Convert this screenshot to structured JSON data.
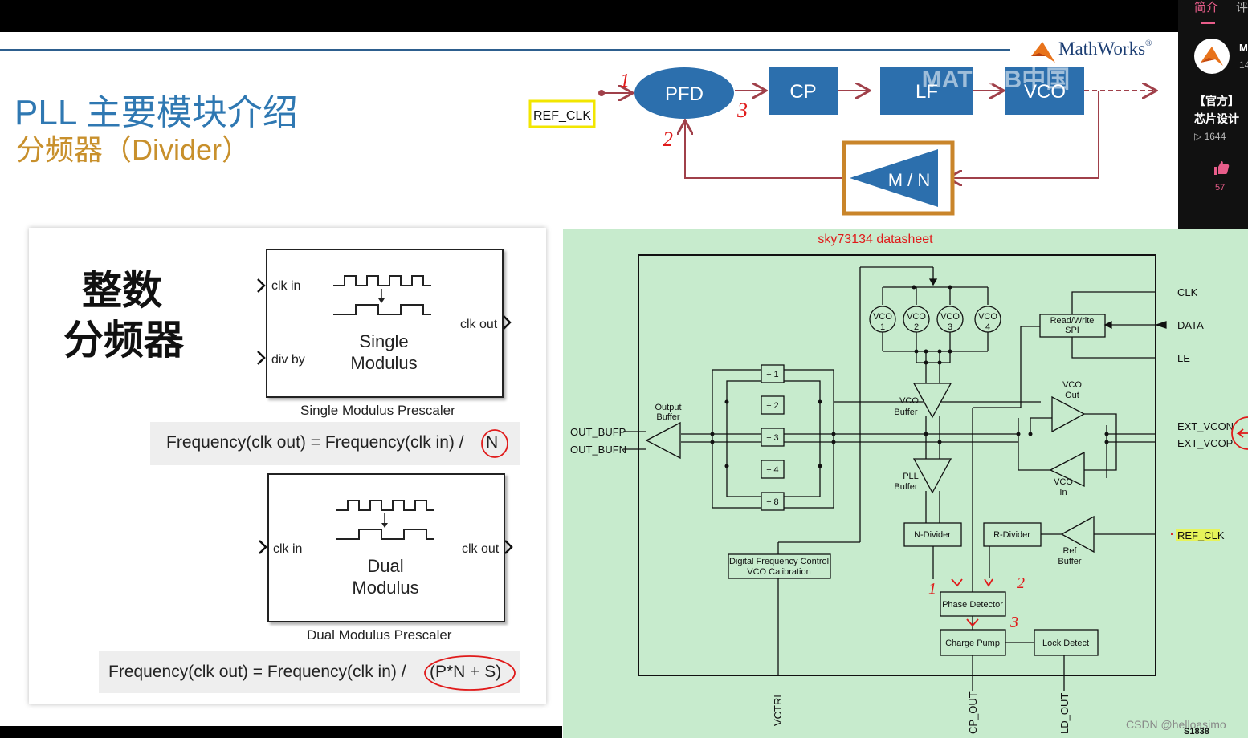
{
  "slide": {
    "title": "PLL 主要模块介绍",
    "subtitle": "分频器（Divider）",
    "brand": "MathWorks",
    "brand_sup": "®"
  },
  "pll": {
    "ref_clk": "REF_CLK",
    "pfd": "PFD",
    "cp": "CP",
    "lf": "LF",
    "vco": "VCO",
    "divider": "M / N",
    "watermark": "MATLAB中国",
    "marks": [
      "1",
      "2",
      "3"
    ]
  },
  "divider_panel": {
    "heading_line1": "整数",
    "heading_line2": "分频器",
    "single": {
      "clk_in": "clk in",
      "div_by": "div by",
      "clk_out": "clk out",
      "name_line1": "Single",
      "name_line2": "Modulus",
      "caption": "Single Modulus Prescaler",
      "formula_pre": "Frequency(clk out) = Frequency(clk in) /",
      "formula_circled": "N"
    },
    "dual": {
      "clk_in": "clk in",
      "clk_out": "clk out",
      "name_line1": "Dual",
      "name_line2": "Modulus",
      "caption": "Dual Modulus Prescaler",
      "formula_pre": "Frequency(clk out) = Frequency(clk in) /",
      "formula_circled": "(P*N + S)"
    }
  },
  "datasheet": {
    "title": "sky73134   datasheet",
    "signals": {
      "clk": "CLK",
      "data": "DATA",
      "le": "LE",
      "ext_vcon": "EXT_VCON",
      "ext_vcop": "EXT_VCOP",
      "ref_clk": "REF_CLK",
      "out_bufp": "OUT_BUFP",
      "out_bufn": "OUT_BUFN",
      "vctrl": "VCTRL",
      "cp_out": "CP_OUT",
      "ld_out": "LD_OUT"
    },
    "vcos": [
      {
        "label": "VCO",
        "num": "1"
      },
      {
        "label": "VCO",
        "num": "2"
      },
      {
        "label": "VCO",
        "num": "3"
      },
      {
        "label": "VCO",
        "num": "4"
      }
    ],
    "dividers": [
      "÷ 1",
      "÷ 2",
      "÷ 3",
      "÷ 4",
      "÷ 8"
    ],
    "spi_line1": "Read/Write",
    "spi_line2": "SPI",
    "output_buffer_1": "Output",
    "output_buffer_2": "Buffer",
    "vco_buffer_1": "VCO",
    "vco_buffer_2": "Buffer",
    "pll_buffer_1": "PLL",
    "pll_buffer_2": "Buffer",
    "vco_out_1": "VCO",
    "vco_out_2": "Out",
    "vco_in_1": "VCO",
    "vco_in_2": "In",
    "ref_buffer_1": "Ref",
    "ref_buffer_2": "Buffer",
    "n_divider": "N-Divider",
    "r_divider": "R-Divider",
    "dfc_line1": "Digital Frequency Control",
    "dfc_line2": "VCO Calibration",
    "phase_detector": "Phase Detector",
    "charge_pump": "Charge Pump",
    "lock_detect": "Lock Detect",
    "marks": [
      "1",
      "2",
      "3"
    ],
    "figure_id": "S1838"
  },
  "sidebar": {
    "tab_active": "简介",
    "tab_other": "评",
    "author_initial": "M",
    "followers": "14",
    "video_title_line1": "【官方】",
    "video_title_line2": "芯片设计",
    "views": "1644",
    "likes": "57"
  },
  "watermark": "CSDN @helloasimo",
  "colors": {
    "slide_title": "#2f78b2",
    "slide_subtitle": "#c8902c",
    "pll_block": "#2c6fad",
    "divider_border": "#c9852a",
    "feedback_line": "#a0404a",
    "ref_clk_box": "#f2e600",
    "datasheet_bg": "#c7ebcd",
    "annotation_red": "#e01a1a",
    "highlight": "#e6f35a"
  }
}
